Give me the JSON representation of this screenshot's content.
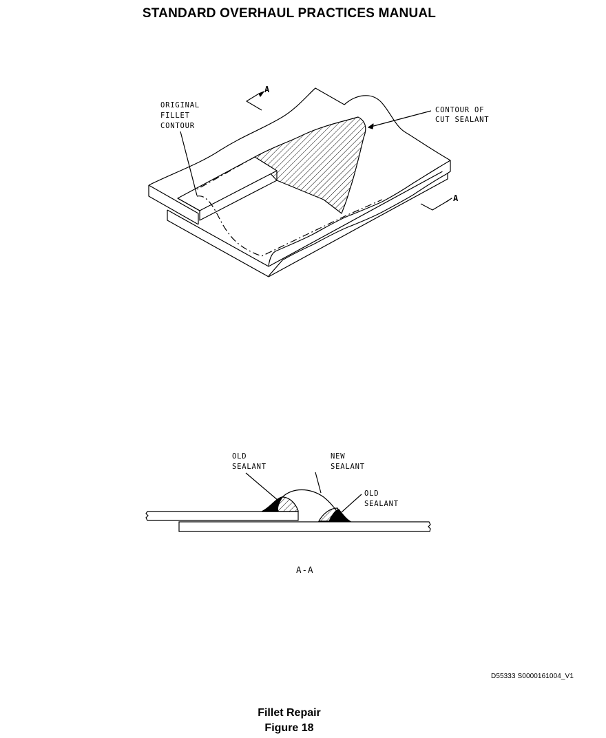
{
  "header": {
    "title": "STANDARD OVERHAUL PRACTICES MANUAL"
  },
  "isometric_view": {
    "section_marker_top": "A",
    "section_marker_bottom": "A",
    "callout_original_fillet": [
      "ORIGINAL",
      "FILLET",
      "CONTOUR"
    ],
    "callout_cut_sealant": [
      "CONTOUR OF",
      "CUT SEALANT"
    ]
  },
  "section_view": {
    "callout_old_sealant_left": [
      "OLD",
      "SEALANT"
    ],
    "callout_new_sealant": [
      "NEW",
      "SEALANT"
    ],
    "callout_old_sealant_right": [
      "OLD",
      "SEALANT"
    ],
    "label": "A-A"
  },
  "footer": {
    "drawing_id": "D55333 S0000161004_V1",
    "figure_title": "Fillet Repair",
    "figure_number": "Figure 18"
  }
}
